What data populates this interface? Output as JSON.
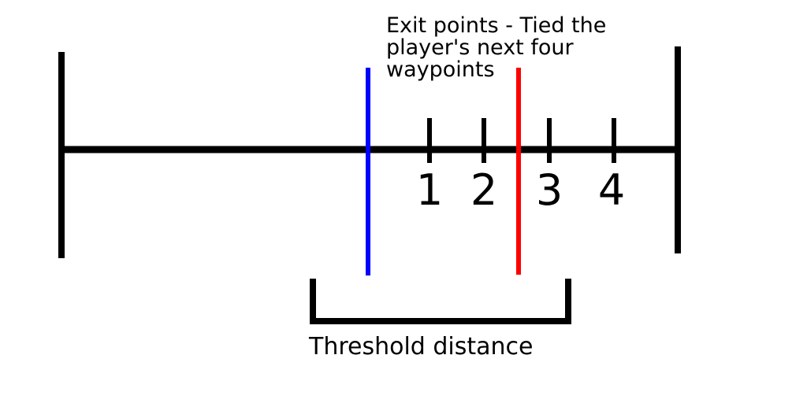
{
  "annotation": {
    "line1": "Exit points - Tied the",
    "line2": "player's next four",
    "line3": "waypoints"
  },
  "waypoints": [
    "1",
    "2",
    "3",
    "4"
  ],
  "threshold_label": "Threshold distance",
  "colors": {
    "track": "#000000",
    "blue_marker": "#0000ff",
    "red_marker": "#ff0000"
  }
}
